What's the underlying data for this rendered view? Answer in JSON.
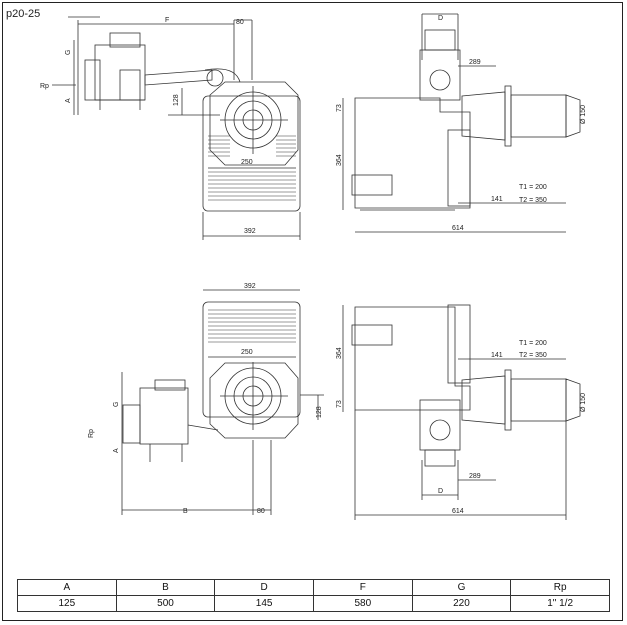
{
  "drawing": {
    "model": "p20-25",
    "dims": {
      "F": "F",
      "B": "B",
      "D": "D",
      "G": "G",
      "A": "A",
      "Rp": "Rp",
      "d80": "80",
      "d128": "128",
      "d250": "250",
      "d392": "392",
      "d73": "73",
      "d364": "364",
      "d289": "289",
      "d614": "614",
      "d141": "141",
      "d150": "Ø 150",
      "t1": "T1 = 200",
      "t2": "T2 = 350"
    }
  },
  "table": {
    "headers": [
      "A",
      "B",
      "D",
      "F",
      "G",
      "Rp"
    ],
    "values": [
      "125",
      "500",
      "145",
      "580",
      "220",
      "1\" 1/2"
    ]
  }
}
